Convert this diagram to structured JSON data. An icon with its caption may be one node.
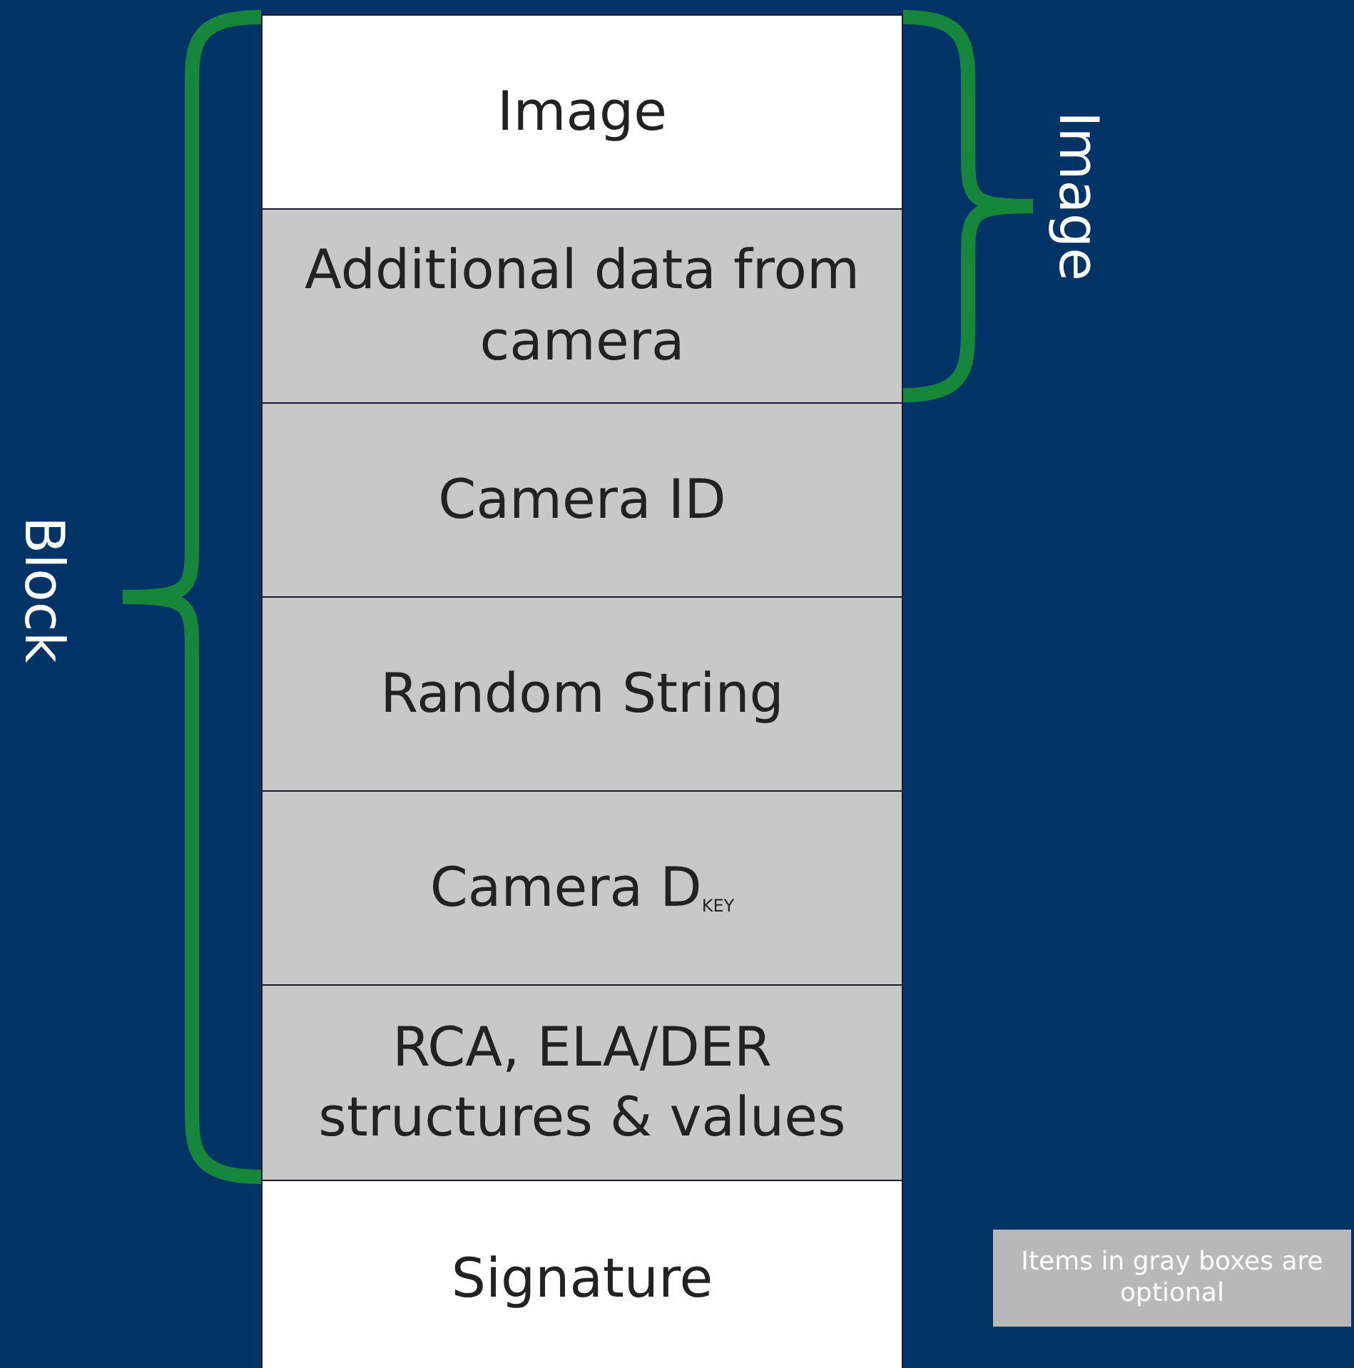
{
  "diagram": {
    "nodes": [
      {
        "text": [
          "Image"
        ]
      },
      {
        "text": [
          "Additional data from camera"
        ]
      },
      {
        "text": [
          "Camera ID"
        ]
      },
      {
        "text": [
          "Random String"
        ]
      },
      {
        "text": [
          "Camera D$_{KEY}$"
        ]
      },
      {
        "text": [
          "RCA, ELA/DER structures & values"
        ]
      },
      {
        "text": [
          "Signature"
        ]
      },
      {
        "text": [
          "Items in gray boxes are optional"
        ]
      }
    ],
    "labels": [
      "Block",
      "Image"
    ]
  }
}
